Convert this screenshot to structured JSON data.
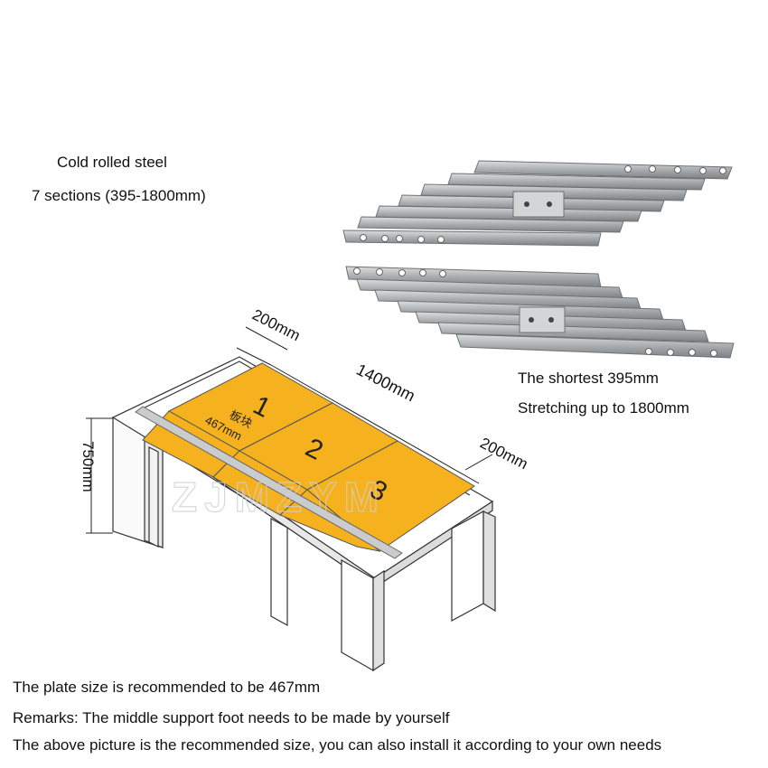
{
  "specs": {
    "material": "Cold rolled steel",
    "sections": "7 sections (395-1800mm)",
    "shortest": "The shortest 395mm",
    "stretch": "Stretching up to 1800mm"
  },
  "diagram": {
    "dim_top": "200mm",
    "dim_length": "1400mm",
    "dim_right": "200mm",
    "dim_height": "750mm",
    "plates": [
      "1",
      "2",
      "3"
    ],
    "plate_cn": "板块",
    "plate_size": "467mm",
    "watermark": "ZJMZYM"
  },
  "notes": {
    "plate": "The plate size is recommended to be 467mm",
    "remarks": "Remarks: The middle support foot needs to be made by yourself",
    "above": "The above picture is the recommended size, you can also install it according to your own needs"
  },
  "colors": {
    "plate": "#f5b21e",
    "steel": "#b9bbbd",
    "steel_dark": "#7c7f82"
  }
}
